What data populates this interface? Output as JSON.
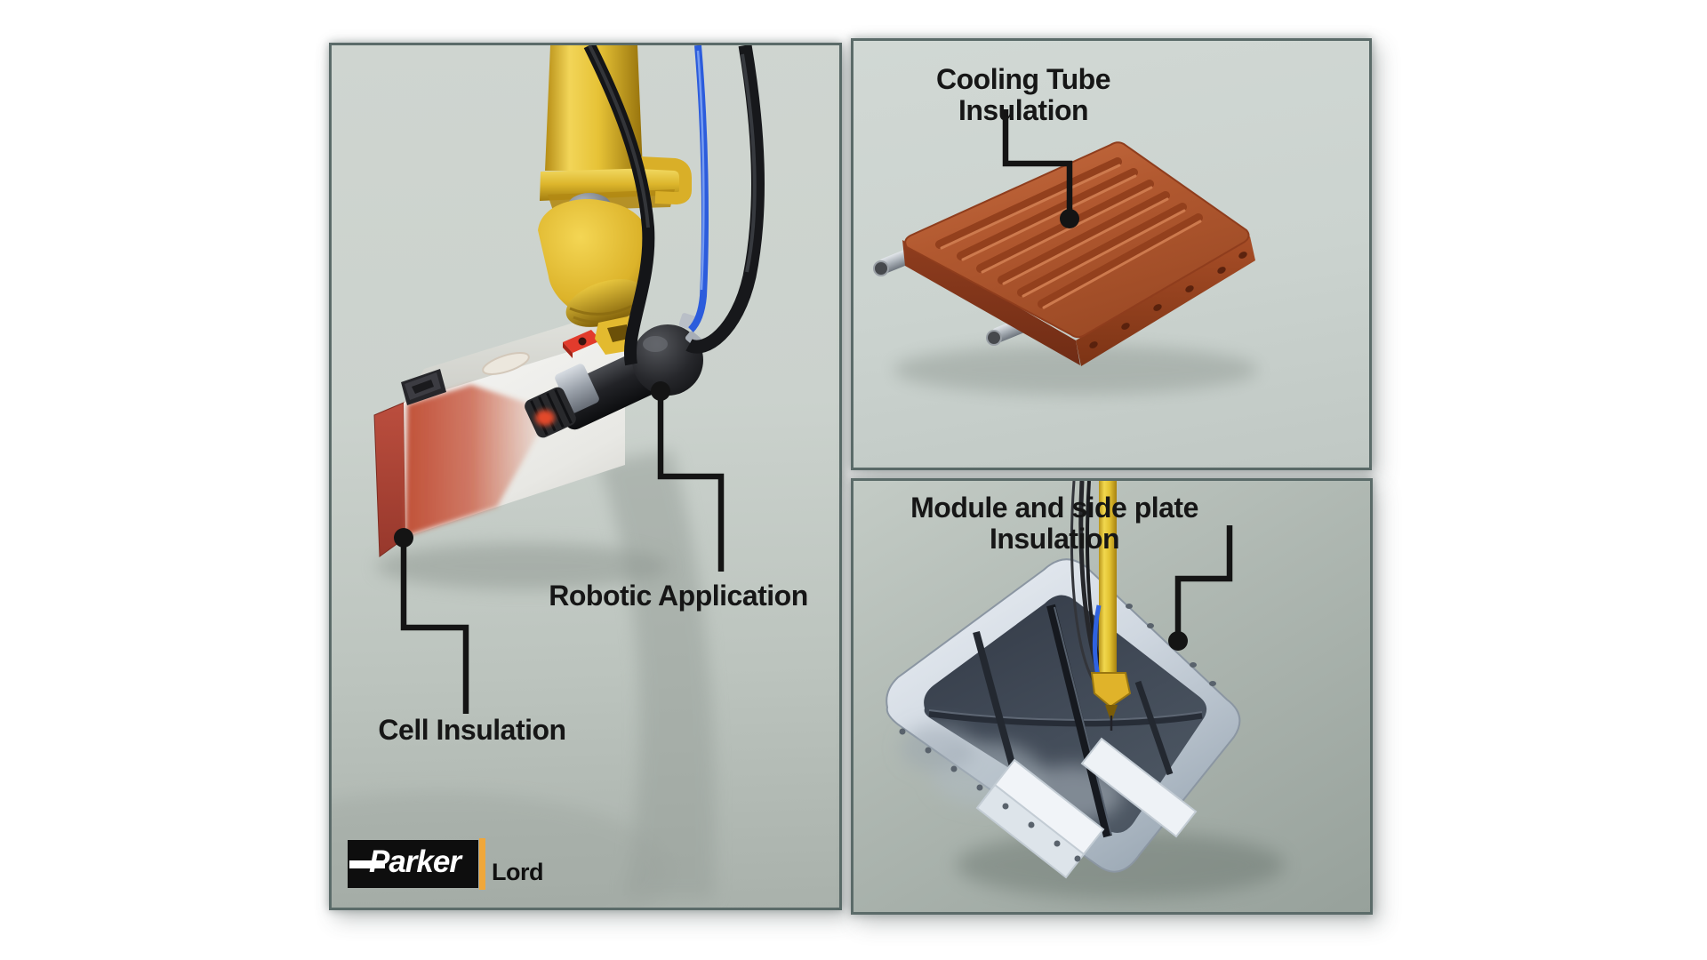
{
  "panels": {
    "left": {
      "robotic_label": "Robotic Application",
      "cell_label": "Cell Insulation"
    },
    "top_right": {
      "label": "Cooling Tube Insulation"
    },
    "bottom_right": {
      "label": "Module and side plate Insulation"
    }
  },
  "logo": {
    "brand": "Parker",
    "suffix": "Lord"
  },
  "colors": {
    "callout": "#141414",
    "panel_border": "#5b6b69",
    "panel_bg": "#c9d1cb",
    "robot_yellow": "#e8c232",
    "cable_blue": "#3d6fe8",
    "plate_copper": "#b2572e",
    "insulation_red": "#b5493a",
    "tray_silver": "#dfe6ec",
    "logo_bar": "#f0a73a"
  }
}
